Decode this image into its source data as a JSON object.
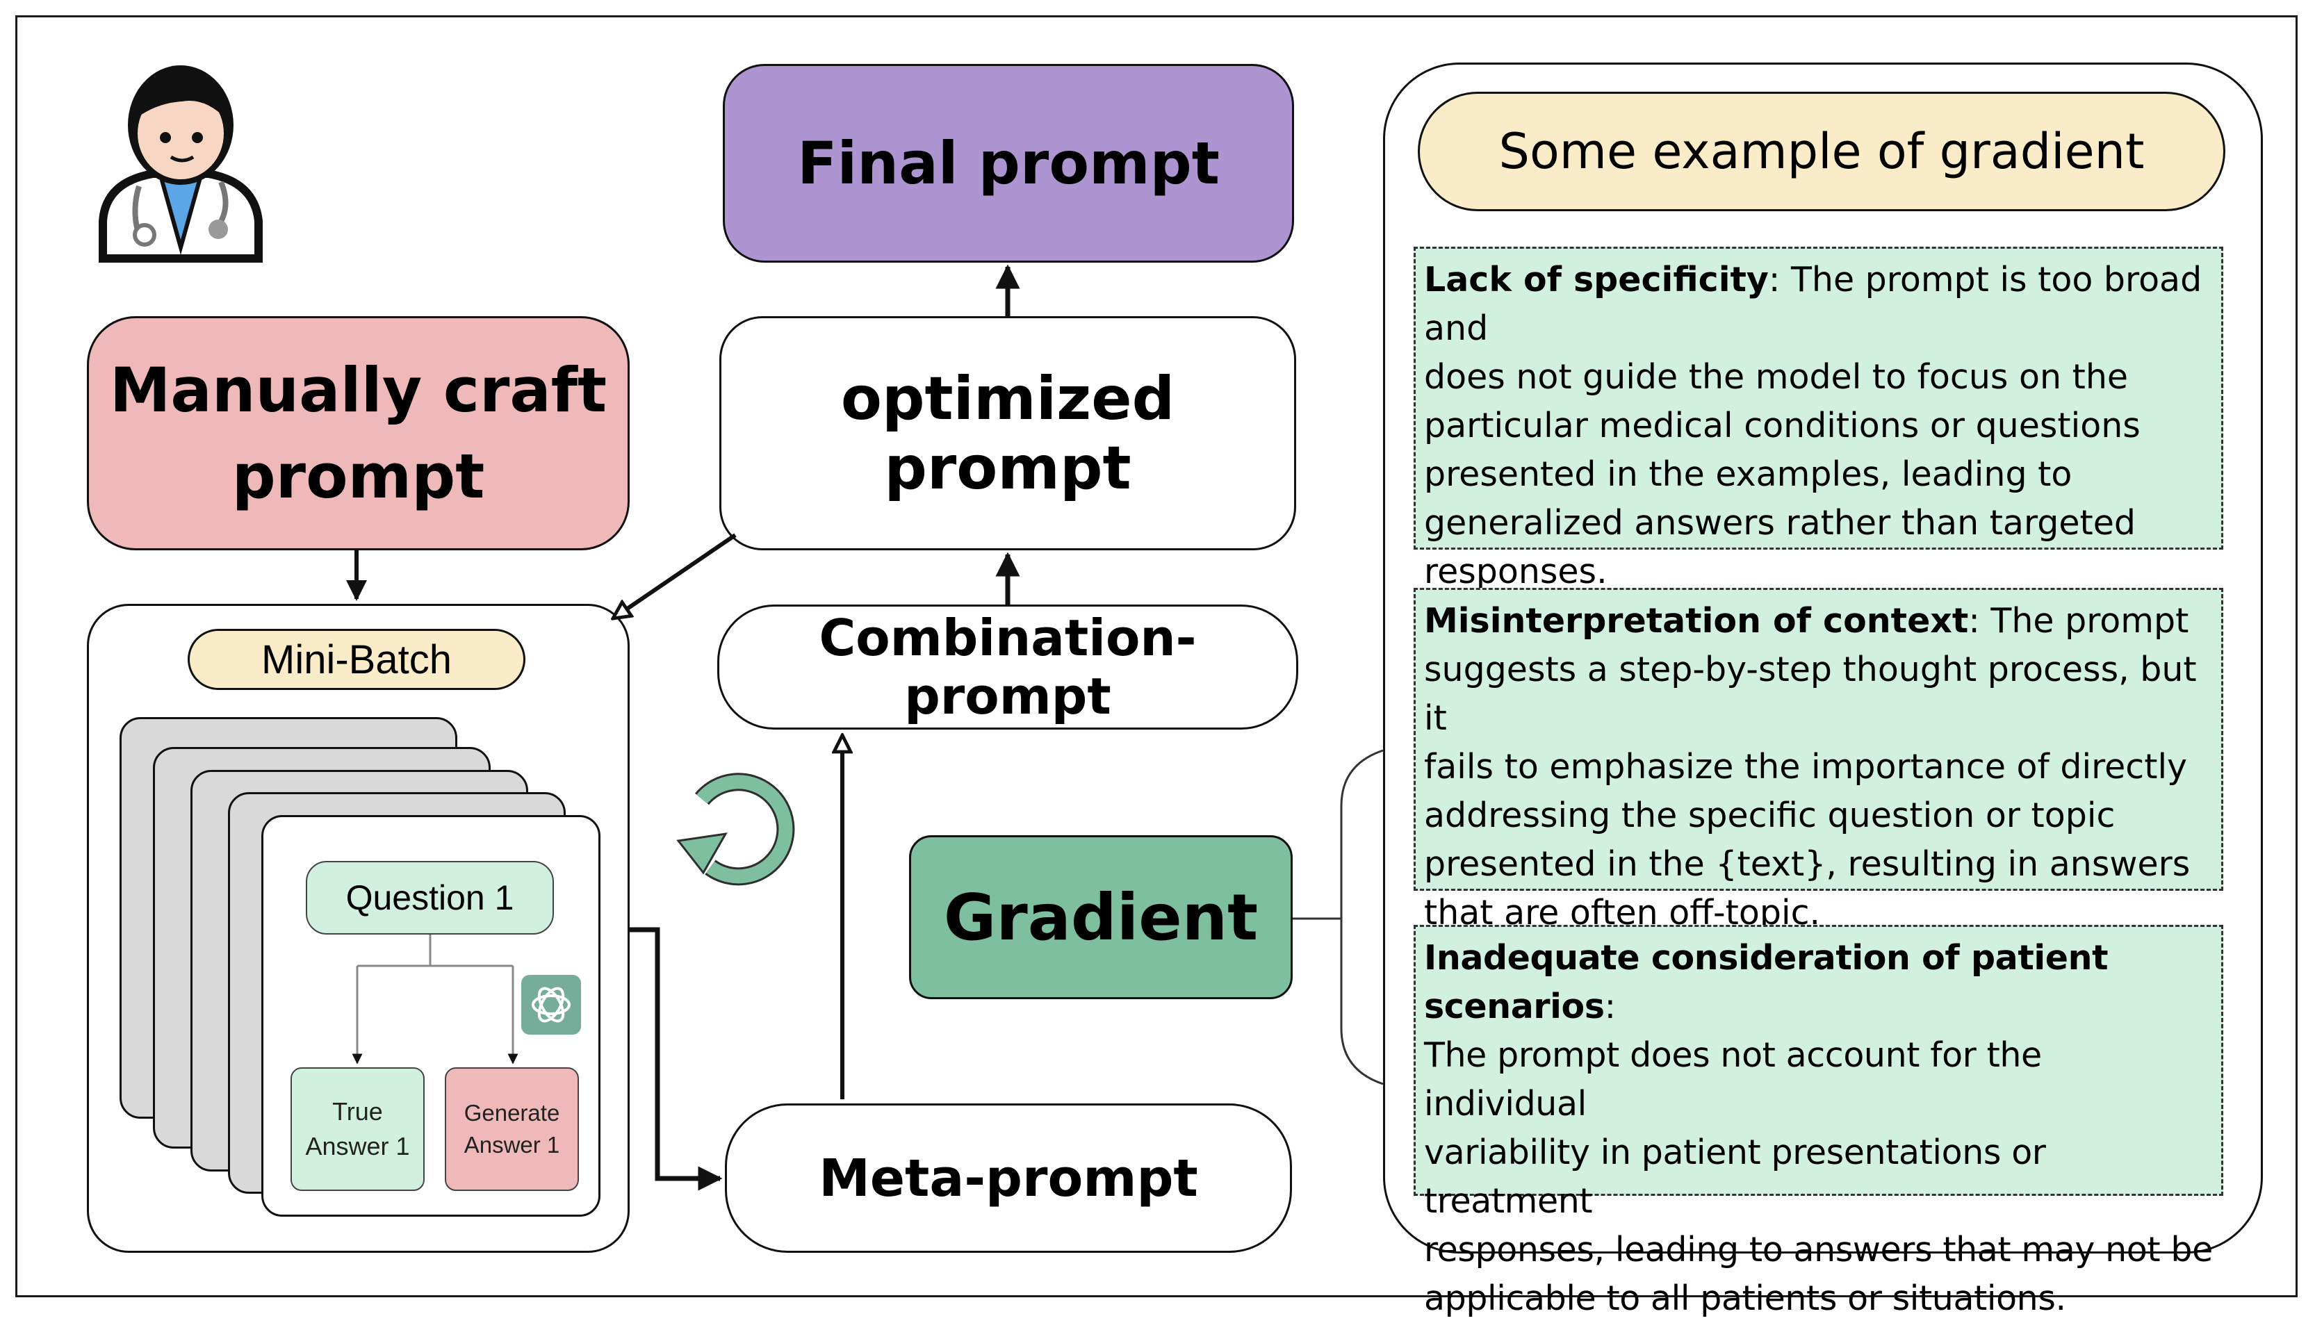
{
  "nodes": {
    "final_prompt": "Final prompt",
    "optimized_prompt": "optimized prompt",
    "combination_prompt": "Combination-prompt",
    "meta_prompt": "Meta-prompt",
    "gradient": "Gradient",
    "manual_line1": "Manually craft",
    "manual_line2": "prompt",
    "mini_batch": "Mini-Batch",
    "question": "Question 1",
    "true_answer_line1": "True",
    "true_answer_line2": "Answer 1",
    "generate_answer_line1": "Generate",
    "generate_answer_line2": "Answer 1"
  },
  "examples": {
    "title": "Some example of gradient",
    "items": [
      {
        "term": "Lack of specificity",
        "lines": [
          ": The prompt is too broad and",
          "does not guide the model to focus on the",
          "particular medical conditions or questions",
          "presented in the examples, leading to",
          "generalized answers rather than targeted",
          "responses."
        ]
      },
      {
        "term": "Misinterpretation of context",
        "lines": [
          ": The prompt",
          "suggests a step-by-step thought process, but it",
          "fails to emphasize the importance of directly",
          "addressing the specific question or topic",
          "presented in the {text}, resulting in answers",
          "that are often off-topic."
        ]
      },
      {
        "term": "Inadequate consideration of patient scenarios",
        "lines": [
          ":",
          "The prompt does not account for the individual",
          "variability in patient presentations or treatment",
          "responses, leading to answers that may not be",
          "applicable to all patients or situations."
        ]
      }
    ]
  },
  "icons": {
    "doctor": "doctor-icon",
    "cycle": "refresh-cycle-icon",
    "chatgpt": "chatgpt-logo-icon"
  },
  "colors": {
    "final_prompt": "#ad95d2",
    "manual_prompt": "#f0b9b9",
    "gradient": "#7dbf9e",
    "example_green": "#d2f0df",
    "label_yellow": "#faecc8",
    "stack_gray": "#d9d9d9"
  }
}
